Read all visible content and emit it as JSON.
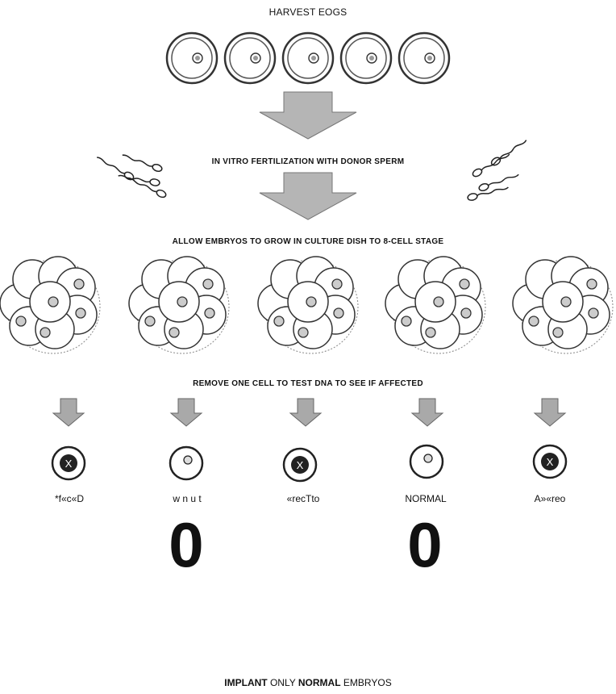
{
  "header": {
    "title": "HARVEST EOGS"
  },
  "steps": {
    "fertilization": "IN VITRO FERTILIZATION WITH DONOR SPERM",
    "culture": "ALLOW EMBRYOS TO GROW IN CULTURE DISH TO 8-CELL STAGE",
    "biopsy": "REMOVE ONE CELL TO TEST DNA TO SEE IF AFFECTED"
  },
  "results": [
    {
      "label": "*f«c«D",
      "status": "affected"
    },
    {
      "label": "w n u t",
      "status": "normal"
    },
    {
      "label": "«recTto",
      "status": "affected"
    },
    {
      "label": "NORMAL",
      "status": "normal"
    },
    {
      "label": "A»«reo",
      "status": "affected"
    }
  ],
  "implant_marks": [
    "0",
    "0"
  ],
  "footer": {
    "implant": "IMPLANT",
    "only": "ONLY",
    "normal": "NORMAL",
    "embryos": "EMBRYOS"
  }
}
